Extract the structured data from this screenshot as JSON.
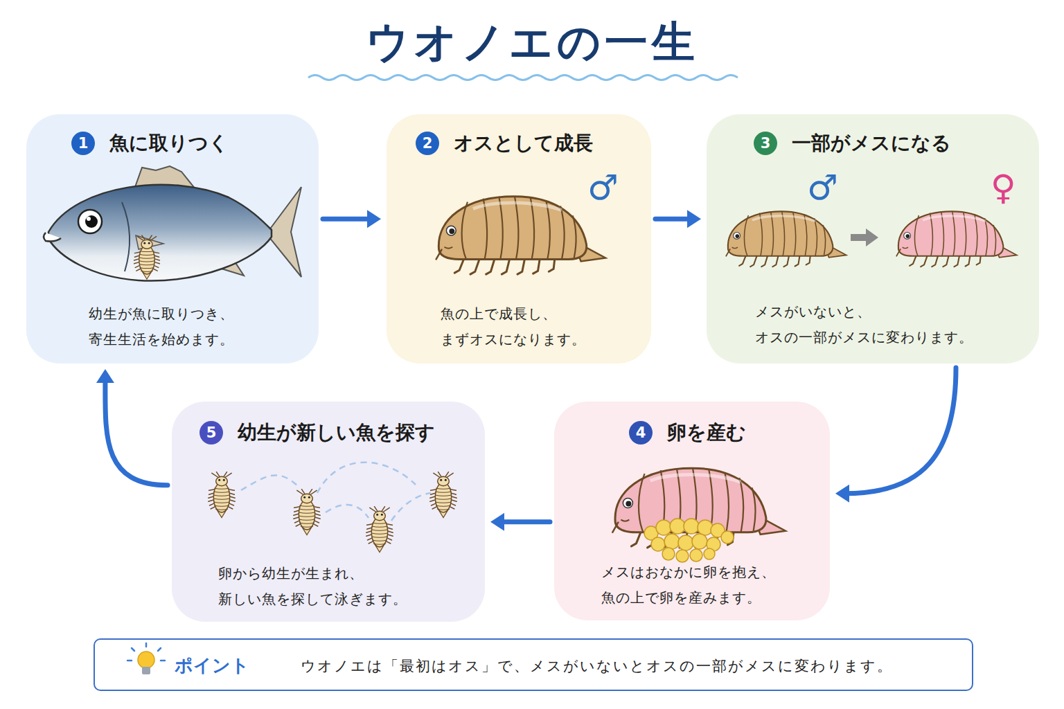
{
  "diagram": {
    "title": "ウオノエの一生",
    "nodes": [
      {
        "text": [
          "1",
          "魚に取りつく",
          "幼生が魚に取りつき、 寄生生活を始めます。"
        ]
      },
      {
        "text": [
          "2",
          "オスとして成長",
          "♂",
          "魚の上で成長し、 まずオスになります。"
        ]
      },
      {
        "text": [
          "3",
          "一部がメスになる",
          "♂",
          "♀",
          "メスがいないと、 オスの一部がメスに変わります。"
        ]
      },
      {
        "text": [
          "4",
          "卵を産む",
          "メスはおなかに卵を抱え、 魚の上で卵を産みます。"
        ]
      },
      {
        "text": [
          "5",
          "幼生が新しい魚を探す",
          "卵から幼生が生まれ、 新しい魚を探して泳ぎます。"
        ]
      },
      {
        "text": [
          "ポイント",
          "ウオノエは「最初はオス」で、メスがいないとオスの一部がメスに変わります。"
        ]
      }
    ],
    "edges": [
      {
        "from": 0,
        "to": 1,
        "arrow": "to"
      },
      {
        "from": 1,
        "to": 2,
        "arrow": "to"
      },
      {
        "from": 2,
        "to": 3,
        "arrow": "to"
      },
      {
        "from": 3,
        "to": 4,
        "arrow": "to"
      },
      {
        "from": 4,
        "to": 0,
        "arrow": "to"
      }
    ]
  }
}
